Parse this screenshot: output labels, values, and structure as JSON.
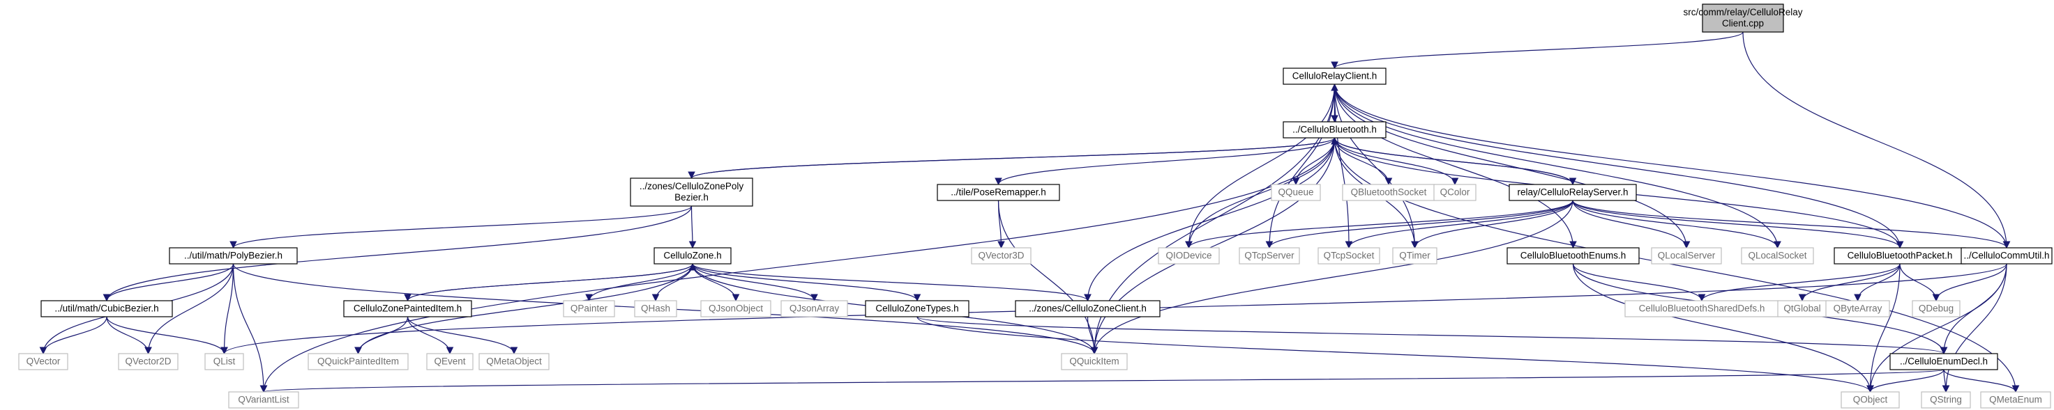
{
  "title": "",
  "colors": {
    "edge": "#191970",
    "root_fill": "#bfbfbf",
    "external_border": "#bfbfbf",
    "internal_border": "#000000"
  },
  "nodes": [
    {
      "id": "root",
      "lines": [
        "src/comm/relay/CelluloRelay",
        "Client.cpp"
      ],
      "kind": "root"
    },
    {
      "id": "relayclient_h",
      "lines": [
        "CelluloRelayClient.h"
      ],
      "kind": "internal"
    },
    {
      "id": "bluetooth_h",
      "lines": [
        "../CelluloBluetooth.h"
      ],
      "kind": "internal"
    },
    {
      "id": "zonepolybezier_h",
      "lines": [
        "../zones/CelluloZonePoly",
        "Bezier.h"
      ],
      "kind": "internal"
    },
    {
      "id": "poseremapper_h",
      "lines": [
        "../tile/PoseRemapper.h"
      ],
      "kind": "internal"
    },
    {
      "id": "relayserver_h",
      "lines": [
        "relay/CelluloRelayServer.h"
      ],
      "kind": "internal"
    },
    {
      "id": "polybezier_h",
      "lines": [
        "../util/math/PolyBezier.h"
      ],
      "kind": "internal"
    },
    {
      "id": "zone_h",
      "lines": [
        "CelluloZone.h"
      ],
      "kind": "internal"
    },
    {
      "id": "cubicbezier_h",
      "lines": [
        "../util/math/CubicBezier.h"
      ],
      "kind": "internal"
    },
    {
      "id": "zonepainted_h",
      "lines": [
        "CelluloZonePaintedItem.h"
      ],
      "kind": "internal"
    },
    {
      "id": "zonetypes_h",
      "lines": [
        "CelluloZoneTypes.h"
      ],
      "kind": "internal"
    },
    {
      "id": "zoneclient_h",
      "lines": [
        "../zones/CelluloZoneClient.h"
      ],
      "kind": "internal"
    },
    {
      "id": "btenums_h",
      "lines": [
        "CelluloBluetoothEnums.h"
      ],
      "kind": "internal"
    },
    {
      "id": "btpacket_h",
      "lines": [
        "CelluloBluetoothPacket.h"
      ],
      "kind": "internal"
    },
    {
      "id": "commutil_h",
      "lines": [
        "../CelluloCommUtil.h"
      ],
      "kind": "internal"
    },
    {
      "id": "enumdecl_h",
      "lines": [
        "../CelluloEnumDecl.h"
      ],
      "kind": "internal"
    },
    {
      "id": "qqueue",
      "lines": [
        "QQueue"
      ],
      "kind": "external"
    },
    {
      "id": "qbtsocket",
      "lines": [
        "QBluetoothSocket"
      ],
      "kind": "external"
    },
    {
      "id": "qcolor",
      "lines": [
        "QColor"
      ],
      "kind": "external"
    },
    {
      "id": "qvector3d",
      "lines": [
        "QVector3D"
      ],
      "kind": "external"
    },
    {
      "id": "qiodevice",
      "lines": [
        "QIODevice"
      ],
      "kind": "external"
    },
    {
      "id": "qtcpserver",
      "lines": [
        "QTcpServer"
      ],
      "kind": "external"
    },
    {
      "id": "qtcpsocket",
      "lines": [
        "QTcpSocket"
      ],
      "kind": "external"
    },
    {
      "id": "qtimer",
      "lines": [
        "QTimer"
      ],
      "kind": "external"
    },
    {
      "id": "qlocalserver",
      "lines": [
        "QLocalServer"
      ],
      "kind": "external"
    },
    {
      "id": "qlocalsocket",
      "lines": [
        "QLocalSocket"
      ],
      "kind": "external"
    },
    {
      "id": "qpainter",
      "lines": [
        "QPainter"
      ],
      "kind": "external"
    },
    {
      "id": "qhash",
      "lines": [
        "QHash"
      ],
      "kind": "external"
    },
    {
      "id": "qjsonobject",
      "lines": [
        "QJsonObject"
      ],
      "kind": "external"
    },
    {
      "id": "qjsonarray",
      "lines": [
        "QJsonArray"
      ],
      "kind": "external"
    },
    {
      "id": "sharedefs",
      "lines": [
        "CelluloBluetoothSharedDefs.h"
      ],
      "kind": "external"
    },
    {
      "id": "qtglobal",
      "lines": [
        "QtGlobal"
      ],
      "kind": "external"
    },
    {
      "id": "qbytearray",
      "lines": [
        "QByteArray"
      ],
      "kind": "external"
    },
    {
      "id": "qdebug",
      "lines": [
        "QDebug"
      ],
      "kind": "external"
    },
    {
      "id": "qvector",
      "lines": [
        "QVector"
      ],
      "kind": "external"
    },
    {
      "id": "qvector2d",
      "lines": [
        "QVector2D"
      ],
      "kind": "external"
    },
    {
      "id": "qlist",
      "lines": [
        "QList"
      ],
      "kind": "external"
    },
    {
      "id": "qquickpainteditem",
      "lines": [
        "QQuickPaintedItem"
      ],
      "kind": "external"
    },
    {
      "id": "qevent",
      "lines": [
        "QEvent"
      ],
      "kind": "external"
    },
    {
      "id": "qmetaobject",
      "lines": [
        "QMetaObject"
      ],
      "kind": "external"
    },
    {
      "id": "qquickitem",
      "lines": [
        "QQuickItem"
      ],
      "kind": "external"
    },
    {
      "id": "qvariantlist",
      "lines": [
        "QVariantList"
      ],
      "kind": "external"
    },
    {
      "id": "qobject",
      "lines": [
        "QObject"
      ],
      "kind": "external"
    },
    {
      "id": "qstring",
      "lines": [
        "QString"
      ],
      "kind": "external"
    },
    {
      "id": "qmetaenum",
      "lines": [
        "QMetaEnum"
      ],
      "kind": "external"
    }
  ],
  "edges": [
    [
      "root",
      "relayclient_h"
    ],
    [
      "root",
      "commutil_h"
    ],
    [
      "relayclient_h",
      "bluetooth_h"
    ],
    [
      "relayclient_h",
      "qquickitem"
    ],
    [
      "relayclient_h",
      "qiodevice"
    ],
    [
      "relayclient_h",
      "qtcpserver"
    ],
    [
      "relayclient_h",
      "qtcpsocket"
    ],
    [
      "relayclient_h",
      "qtimer"
    ],
    [
      "relayclient_h",
      "qlocalserver"
    ],
    [
      "relayclient_h",
      "qlocalsocket"
    ],
    [
      "relayclient_h",
      "btpacket_h"
    ],
    [
      "relayclient_h",
      "commutil_h"
    ],
    [
      "relayclient_h",
      "btenums_h"
    ],
    [
      "bluetooth_h",
      "relayclient_h"
    ],
    [
      "bluetooth_h",
      "zonepolybezier_h"
    ],
    [
      "bluetooth_h",
      "poseremapper_h"
    ],
    [
      "bluetooth_h",
      "relayserver_h"
    ],
    [
      "bluetooth_h",
      "qqueue"
    ],
    [
      "bluetooth_h",
      "qbtsocket"
    ],
    [
      "bluetooth_h",
      "qcolor"
    ],
    [
      "bluetooth_h",
      "qquickitem"
    ],
    [
      "bluetooth_h",
      "btpacket_h"
    ],
    [
      "bluetooth_h",
      "qvariantlist"
    ],
    [
      "bluetooth_h",
      "qmetaenum"
    ],
    [
      "bluetooth_h",
      "zoneclient_h"
    ],
    [
      "bluetooth_h",
      "qtimer"
    ],
    [
      "bluetooth_h",
      "qiodevice"
    ],
    [
      "zonepolybezier_h",
      "bluetooth_h"
    ],
    [
      "zonepolybezier_h",
      "zone_h"
    ],
    [
      "zonepolybezier_h",
      "polybezier_h"
    ],
    [
      "zonepolybezier_h",
      "cubicbezier_h"
    ],
    [
      "poseremapper_h",
      "qvector3d"
    ],
    [
      "poseremapper_h",
      "qquickitem"
    ],
    [
      "relayserver_h",
      "bluetooth_h"
    ],
    [
      "relayserver_h",
      "qiodevice"
    ],
    [
      "relayserver_h",
      "qtcpserver"
    ],
    [
      "relayserver_h",
      "qtcpsocket"
    ],
    [
      "relayserver_h",
      "qtimer"
    ],
    [
      "relayserver_h",
      "qlocalserver"
    ],
    [
      "relayserver_h",
      "qlocalsocket"
    ],
    [
      "relayserver_h",
      "btpacket_h"
    ],
    [
      "relayserver_h",
      "commutil_h"
    ],
    [
      "relayserver_h",
      "qquickitem"
    ],
    [
      "polybezier_h",
      "cubicbezier_h"
    ],
    [
      "polybezier_h",
      "qvector"
    ],
    [
      "polybezier_h",
      "qvector2d"
    ],
    [
      "polybezier_h",
      "qlist"
    ],
    [
      "polybezier_h",
      "qvariantlist"
    ],
    [
      "polybezier_h",
      "qquickitem"
    ],
    [
      "zone_h",
      "zonepainted_h"
    ],
    [
      "zone_h",
      "qpainter"
    ],
    [
      "zone_h",
      "qhash"
    ],
    [
      "zone_h",
      "qjsonobject"
    ],
    [
      "zone_h",
      "qjsonarray"
    ],
    [
      "zone_h",
      "zonetypes_h"
    ],
    [
      "zone_h",
      "zoneclient_h"
    ],
    [
      "zone_h",
      "qquickitem"
    ],
    [
      "zone_h",
      "qquickpainteditem"
    ],
    [
      "cubicbezier_h",
      "qvector"
    ],
    [
      "cubicbezier_h",
      "qvector2d"
    ],
    [
      "cubicbezier_h",
      "qlist"
    ],
    [
      "zonepainted_h",
      "zone_h"
    ],
    [
      "zonepainted_h",
      "qquickpainteditem"
    ],
    [
      "zonepainted_h",
      "qevent"
    ],
    [
      "zonepainted_h",
      "qmetaobject"
    ],
    [
      "zonetypes_h",
      "enumdecl_h"
    ],
    [
      "zonetypes_h",
      "qobject"
    ],
    [
      "zoneclient_h",
      "qquickitem"
    ],
    [
      "btenums_h",
      "sharedefs"
    ],
    [
      "btenums_h",
      "enumdecl_h"
    ],
    [
      "btenums_h",
      "qobject"
    ],
    [
      "btpacket_h",
      "sharedefs"
    ],
    [
      "btpacket_h",
      "qtglobal"
    ],
    [
      "btpacket_h",
      "qbytearray"
    ],
    [
      "btpacket_h",
      "qdebug"
    ],
    [
      "btpacket_h",
      "qobject"
    ],
    [
      "commutil_h",
      "qdebug"
    ],
    [
      "commutil_h",
      "enumdecl_h"
    ],
    [
      "commutil_h",
      "qobject"
    ],
    [
      "commutil_h",
      "qstring"
    ],
    [
      "commutil_h",
      "qlist"
    ],
    [
      "enumdecl_h",
      "qvariantlist"
    ],
    [
      "enumdecl_h",
      "qobject"
    ],
    [
      "enumdecl_h",
      "qstring"
    ],
    [
      "enumdecl_h",
      "qmetaenum"
    ]
  ]
}
